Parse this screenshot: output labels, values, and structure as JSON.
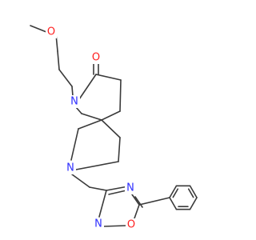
{
  "molecule": {
    "atom_labels": {
      "methoxy_o": "O",
      "carbonyl_o": "O",
      "amide_n": "N",
      "piperidine_n": "N",
      "oxadiazole_n4": "N",
      "oxadiazole_n2": "N",
      "oxadiazole_o1": "O"
    },
    "colors": {
      "bond": "#3a3a3a",
      "oxygen": "#ff1f1f",
      "nitrogen": "#2f2fff"
    }
  }
}
